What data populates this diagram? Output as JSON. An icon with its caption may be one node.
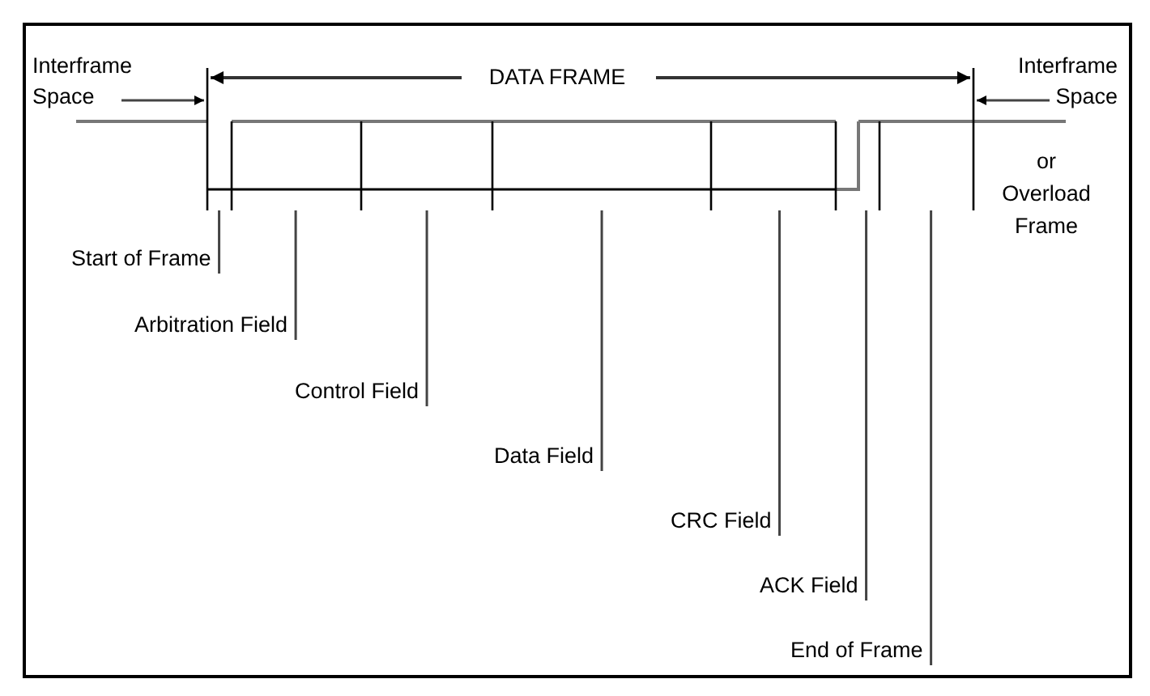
{
  "diagram": {
    "nodes": [
      {
        "text": [
          "Interframe Space"
        ]
      },
      {
        "text": [
          "Interframe Space"
        ]
      },
      {
        "text": [
          "Start of Frame"
        ]
      },
      {
        "text": [
          "Arbitration Field"
        ]
      },
      {
        "text": [
          "Control Field"
        ]
      },
      {
        "text": [
          "Data Field"
        ]
      },
      {
        "text": [
          "CRC Field"
        ]
      },
      {
        "text": [
          "ACK Field"
        ]
      },
      {
        "text": [
          "End of Frame"
        ]
      }
    ],
    "edges": [
      {
        "from": 0,
        "to": null,
        "arrow": "to"
      },
      {
        "from": 1,
        "to": null,
        "arrow": "to"
      },
      {
        "from": 2,
        "to": null,
        "arrow": "none"
      },
      {
        "from": 3,
        "to": null,
        "arrow": "none"
      },
      {
        "from": 4,
        "to": null,
        "arrow": "none"
      },
      {
        "from": 5,
        "to": null,
        "arrow": "none"
      },
      {
        "from": 6,
        "to": null,
        "arrow": "none"
      },
      {
        "from": 7,
        "to": null,
        "arrow": "none"
      },
      {
        "from": 8,
        "to": null,
        "arrow": "none"
      }
    ],
    "labels": [
      "DATA FRAME",
      "or Overload Frame"
    ]
  }
}
